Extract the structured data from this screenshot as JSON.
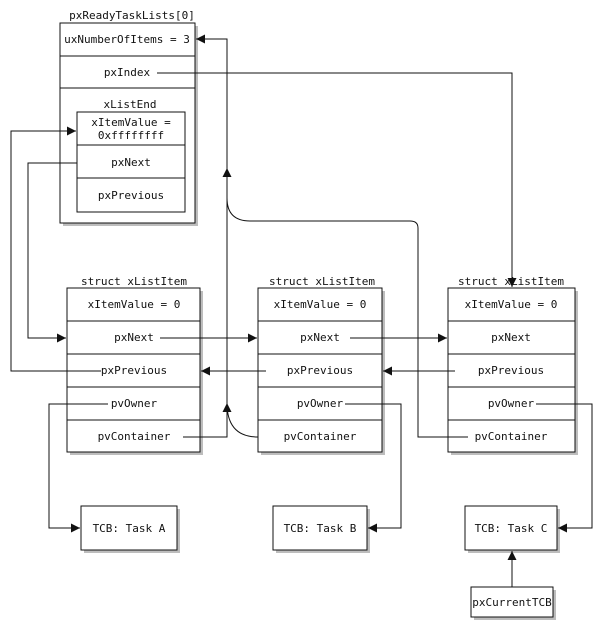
{
  "list": {
    "title": "pxReadyTaskLists[0]",
    "count_field": "uxNumberOfItems = 3",
    "index_field": "pxIndex",
    "end_title": "xListEnd",
    "end_value_line1": "xItemValue =",
    "end_value_line2": "0xffffffff",
    "end_next": "pxNext",
    "end_previous": "pxPrevious"
  },
  "items": [
    {
      "title": "struct xListItem",
      "value": "xItemValue = 0",
      "next": "pxNext",
      "previous": "pxPrevious",
      "owner": "pvOwner",
      "container": "pvContainer"
    },
    {
      "title": "struct xListItem",
      "value": "xItemValue = 0",
      "next": "pxNext",
      "previous": "pxPrevious",
      "owner": "pvOwner",
      "container": "pvContainer"
    },
    {
      "title": "struct xListItem",
      "value": "xItemValue = 0",
      "next": "pxNext",
      "previous": "pxPrevious",
      "owner": "pvOwner",
      "container": "pvContainer"
    }
  ],
  "tcbs": [
    "TCB: Task A",
    "TCB: Task B",
    "TCB: Task C"
  ],
  "current": "pxCurrentTCB"
}
